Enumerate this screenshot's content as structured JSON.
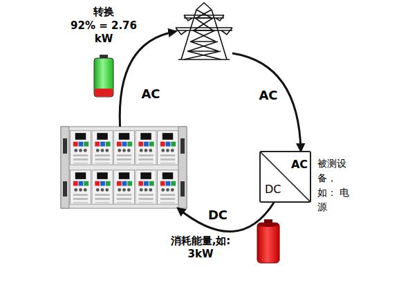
{
  "diagram": {
    "nodes": [
      {
        "text": [
          "转换",
          "92% = 2.76 kW"
        ]
      },
      {
        "text": []
      },
      {
        "text": []
      },
      {
        "text": [
          "AC",
          "DC",
          "被测设 备，如： 电源"
        ]
      },
      {
        "text": [
          "消耗能量,如: 3kW"
        ]
      }
    ],
    "edges": [
      {
        "from": 2,
        "to": 1,
        "label": "AC",
        "arrow": "to"
      },
      {
        "from": 1,
        "to": 3,
        "label": "AC",
        "arrow": "to"
      },
      {
        "from": 3,
        "to": 2,
        "label": "DC",
        "arrow": "to"
      }
    ]
  }
}
